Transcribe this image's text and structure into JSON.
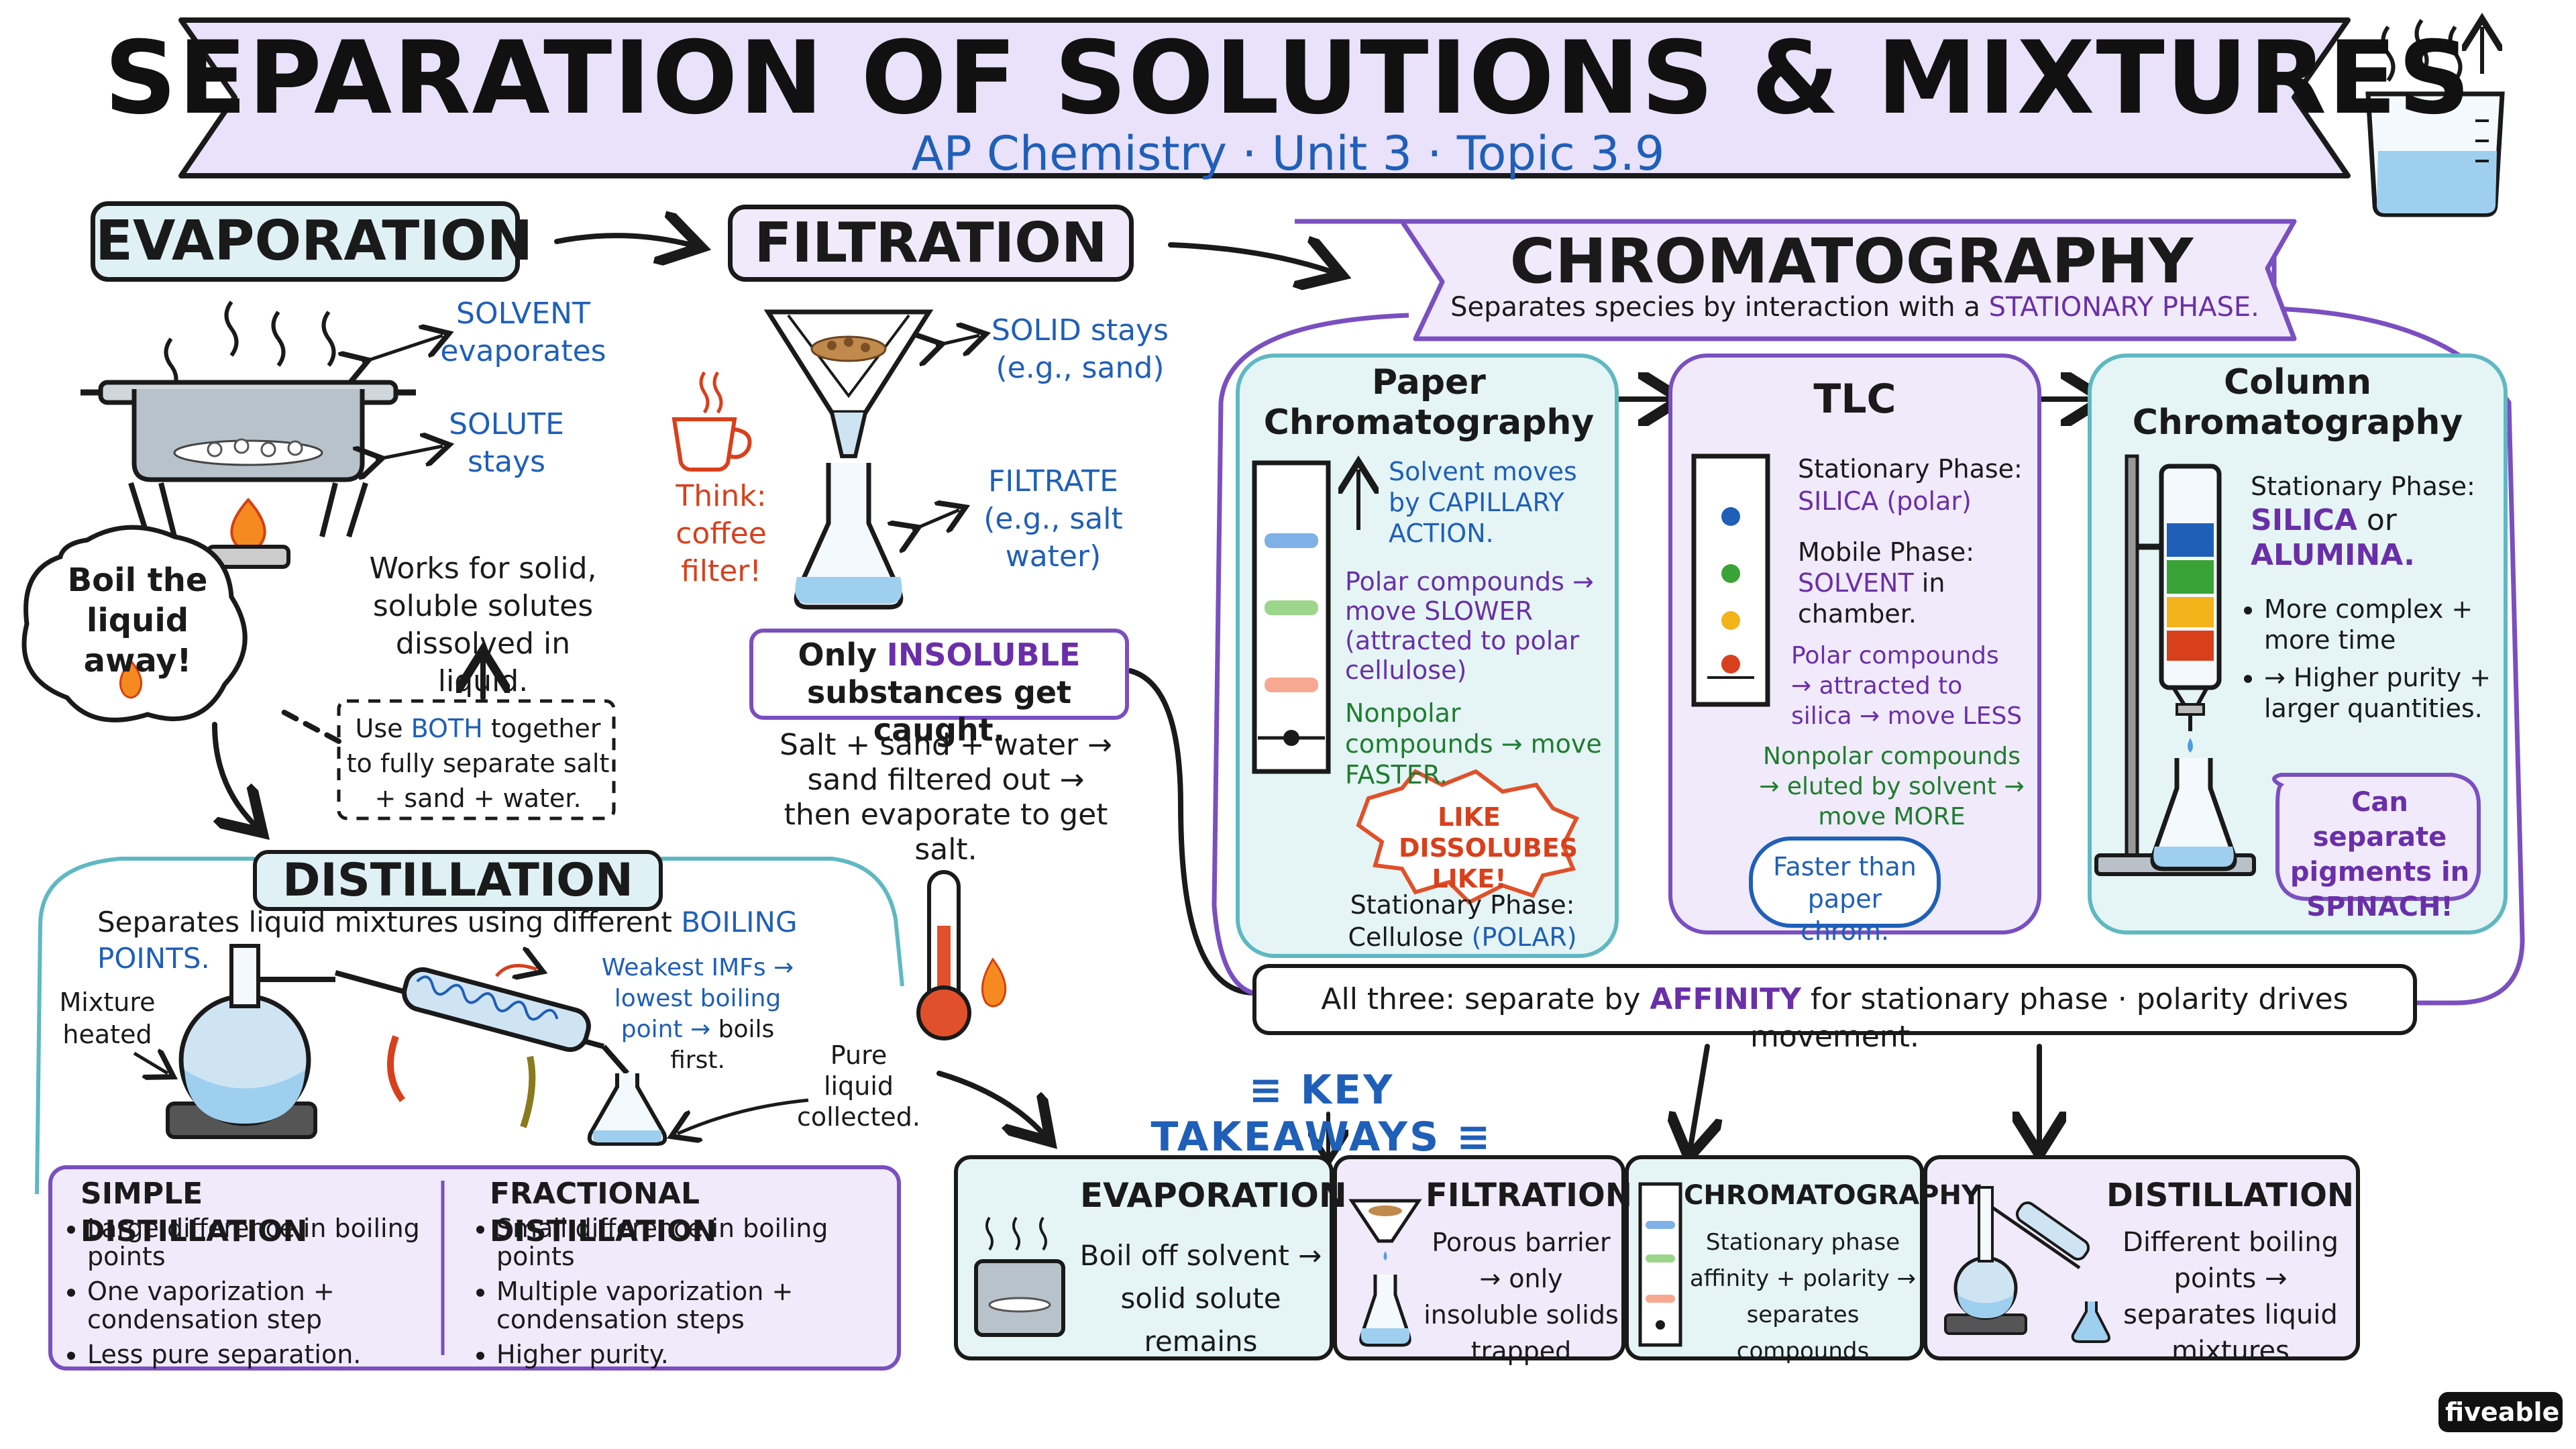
{
  "header": {
    "title": "SEPARATION OF SOLUTIONS & MIXTURES",
    "subtitle": "AP Chemistry · Unit 3 · Topic 3.9"
  },
  "evaporation": {
    "heading": "EVAPORATION",
    "solvent_label": "SOLVENT",
    "solvent_note": "evaporates",
    "solute_label": "SOLUTE",
    "solute_note": "stays",
    "bubble": "Boil the liquid away!",
    "note": "Works for solid, soluble solutes dissolved in liquid.",
    "combo_pre": "Use",
    "combo_both": "BOTH",
    "combo_post": "together to fully separate salt + sand + water."
  },
  "filtration": {
    "heading": "FILTRATION",
    "solid_label": "SOLID stays",
    "solid_note": "(e.g., sand)",
    "filtrate_label": "FILTRATE",
    "filtrate_note": "(e.g., salt water)",
    "think": "Think: coffee filter!",
    "only_pre": "Only",
    "only_key": "INSOLUBLE",
    "only_post": "substances get caught.",
    "steps": "Salt + sand + water → sand filtered out → then evaporate to get salt."
  },
  "chromatography": {
    "heading": "CHROMATOGRAPHY",
    "subhead_pre": "Separates species by interaction with a",
    "subhead_key": "STATIONARY PHASE.",
    "paper": {
      "title": "Paper Chromatography",
      "note1": "Solvent moves by CAPILLARY ACTION.",
      "note2": "Polar compounds → move SLOWER (attracted to polar cellulose)",
      "note3": "Nonpolar compounds → move FASTER.",
      "burst": "LIKE DISSOLUBES LIKE!",
      "stationary_pre": "Stationary Phase: Cellulose",
      "stationary_key": "(POLAR)"
    },
    "tlc": {
      "title": "TLC",
      "stationary": "Stationary Phase:",
      "stationary_key": "SILICA (polar)",
      "mobile": "Mobile Phase:",
      "mobile_key": "SOLVENT",
      "mobile_post": "in chamber.",
      "polar": "Polar compounds → attracted to silica → move LESS",
      "nonpolar": "Nonpolar compounds → eluted by solvent → move MORE",
      "faster": "Faster than paper chrom."
    },
    "column": {
      "title": "Column Chromatography",
      "stationary": "Stationary Phase:",
      "stationary_key1": "SILICA",
      "stationary_or": "or",
      "stationary_key2": "ALUMINA.",
      "bullet1": "More complex + more time",
      "bullet2": "→ Higher purity + larger quantities.",
      "spinach": "Can separate pigments in SPINACH!"
    },
    "footer_pre": "All three: separate by",
    "footer_key": "AFFINITY",
    "footer_post": "for stationary phase · polarity drives movement."
  },
  "distillation": {
    "heading": "DISTILLATION",
    "subhead_pre": "Separates liquid mixtures using different",
    "subhead_key": "BOILING POINTS.",
    "mixture_label": "Mixture heated",
    "imf_note": "Weakest IMFs → lowest boiling point →",
    "imf_post": "boils first.",
    "pure_label": "Pure liquid collected.",
    "simple_title": "SIMPLE DISTILLATION",
    "simple_items": [
      "Large difference in boiling points",
      "One vaporization + condensation step",
      "Less pure separation."
    ],
    "fractional_title": "FRACTIONAL DISTILLATION",
    "fractional_items": [
      "Small difference in boiling points",
      "Multiple vaporization + condensation steps",
      "Higher purity."
    ]
  },
  "takeaways": {
    "heading": "KEY TAKEAWAYS",
    "cards": [
      {
        "title": "EVAPORATION",
        "body": "Boil off solvent → solid solute remains"
      },
      {
        "title": "FILTRATION",
        "body": "Porous barrier → only insoluble solids trapped"
      },
      {
        "title": "CHROMATOGRAPHY",
        "body": "Stationary phase affinity + polarity → separates compounds"
      },
      {
        "title": "DISTILLATION",
        "body": "Different boiling points → separates liquid mixtures"
      }
    ]
  },
  "brand": "fiveable",
  "colors": {
    "banner": "#e9e2fa",
    "evap_chip": "#dff1f4",
    "teal": "#5fb8c2",
    "purple": "#7a4fc0",
    "blue_text": "#1f5fb8",
    "green_text": "#1e7d2e",
    "red_text": "#d8401c",
    "panel_teal": "#e5f5f6",
    "panel_purple": "#f0eafb",
    "liquid": "#9fcfee"
  }
}
